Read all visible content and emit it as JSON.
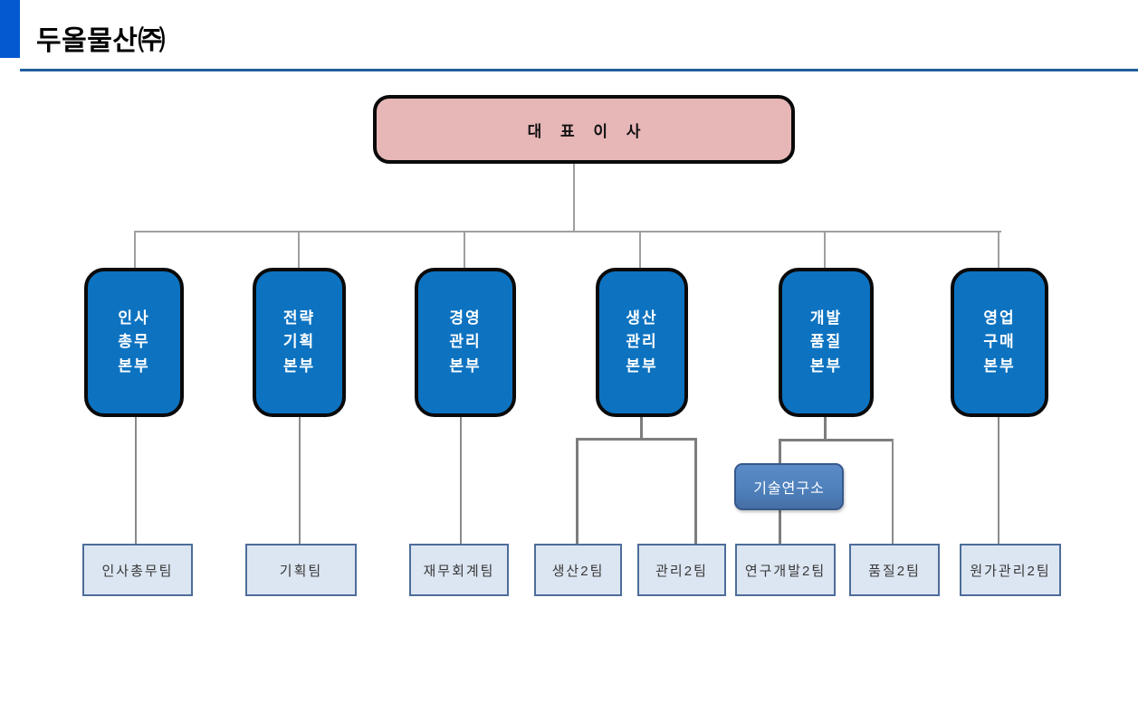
{
  "header": {
    "title": "두올물산㈜"
  },
  "org": {
    "ceo": {
      "label": "대 표 이 사"
    },
    "divisions": [
      {
        "label": "인사\n총무\n본부"
      },
      {
        "label": "전략\n기획\n본부"
      },
      {
        "label": "경영\n관리\n본부"
      },
      {
        "label": "생산\n관리\n본부"
      },
      {
        "label": "개발\n품질\n본부"
      },
      {
        "label": "영업\n구매\n본부"
      }
    ],
    "research_lab": {
      "label": "기술연구소"
    },
    "teams": [
      {
        "label": "인사총무팀"
      },
      {
        "label": "기획팀"
      },
      {
        "label": "재무회계팀"
      },
      {
        "label": "생산2팀"
      },
      {
        "label": "관리2팀"
      },
      {
        "label": "연구개발2팀"
      },
      {
        "label": "품질2팀"
      },
      {
        "label": "원가관리2팀"
      }
    ]
  },
  "colors": {
    "header_accent_bar": "#0459d1",
    "header_rule": "#1f5c9e",
    "ceo_fill": "#e7b6b6",
    "division_fill": "#0d73c1",
    "node_border": "#0a0a0a",
    "lab_fill": "#4f81bd",
    "lab_border": "#36588c",
    "team_fill": "#dce6f2",
    "team_border": "#4d6d99",
    "connector_light": "#9f9f9f",
    "connector_dark": "#7d7d7d"
  }
}
